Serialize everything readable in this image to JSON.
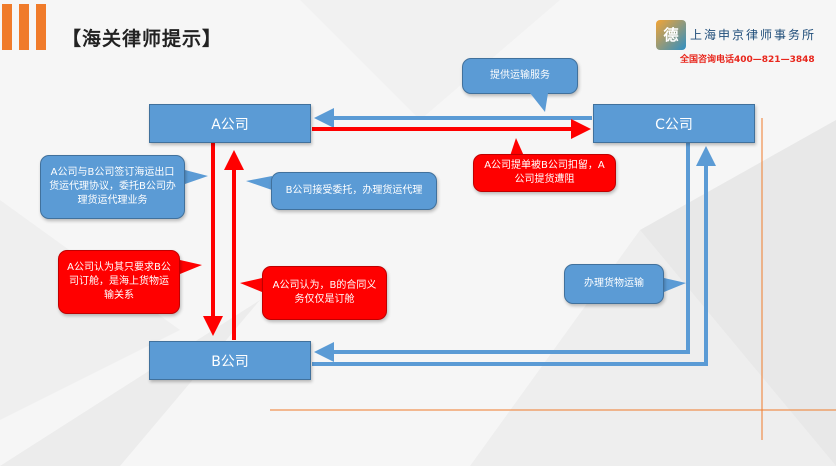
{
  "header": {
    "title": "【海关律师提示】",
    "logo_mark": "德",
    "firm_name": "上海申京律师事务所",
    "phone": "全国咨询电话400—821—3848"
  },
  "nodes": {
    "a": "A公司",
    "b": "B公司",
    "c": "C公司"
  },
  "callouts": {
    "transport_service": "提供运输服务",
    "agreement": "A公司与B公司签订海运出口货运代理协议，委托B公司办理货运代理业务",
    "accept": "B公司接受委托，办理货运代理",
    "detain": "A公司提单被B公司扣留，A公司提货遭阻",
    "a_view": "A公司认为其只要求B公司订舱，是海上货物运输关系",
    "a_view2": "A公司认为，B的合同义务仅仅是订舱",
    "transport": "办理货物运输"
  },
  "colors": {
    "accent_orange": "#f07b2a",
    "box_blue": "#5b9bd5",
    "arrow_red": "#ff0000",
    "callout_red": "#ff0000"
  }
}
